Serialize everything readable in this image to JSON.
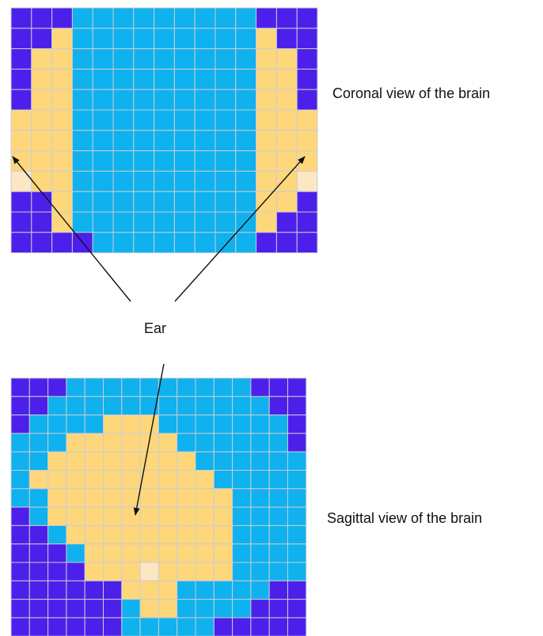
{
  "labels": {
    "coronal": "Coronal view of the brain",
    "sagittal": "Sagittal view of the brain",
    "ear": "Ear"
  },
  "colors": {
    "background": "#ffffff",
    "gridline": "#c9ccd6",
    "arrow": "#111111",
    "cells": {
      "P": "#4c20ea",
      "B": "#0fb1ee",
      "Y": "#fed77b",
      "L": "#fde6c2"
    }
  },
  "grids": {
    "coronal": {
      "rows": [
        "PPPBBBBBBBBBPPP",
        "PPYBBBBBBBBBYPP",
        "PYYBBBBBBBBBYYP",
        "PYYBBBBBBBBBYYP",
        "PYYBBBBBBBBBYYP",
        "YYYBBBBBBBBBYYY",
        "YYYBBBBBBBBBYYY",
        "YYYBBBBBBBBBYYY",
        "LYYBBBBBBBBBYYL",
        "PPYBBBBBBBBBYYP",
        "PPYBBBBBBBBBYPP",
        "PPPPBBBBBBBBPPP"
      ]
    },
    "sagittal": {
      "rows": [
        "PPPBBBBBBBBBBPPP",
        "PPBBBBBBBBBBBBPP",
        "PBBBBYYYBBBBBBBP",
        "BBBYYYYYYBBBBBBP",
        "BBYYYYYYYYBBBBBB",
        "BYYYYYYYYYYBBBBB",
        "BBYYYYYYYYYYBBBB",
        "PBYYYYYYYYYYBBBB",
        "PPBYYYYYYYYYBBBB",
        "PPPBYYYYYYYYBBBB",
        "PPPPYYYLYYYYBBBB",
        "PPPPPPYYYBBBBBPP",
        "PPPPPPBYYBBBBPPP",
        "PPPPPPBBBBBPPPPP"
      ]
    }
  }
}
